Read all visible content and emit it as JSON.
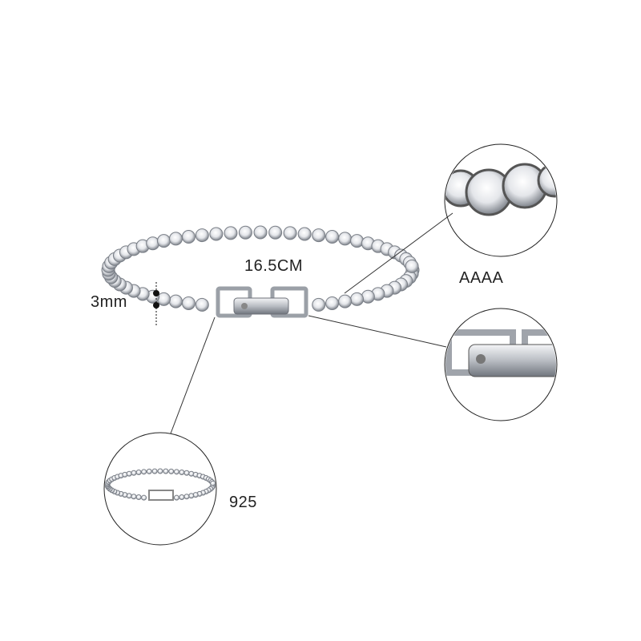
{
  "labels": {
    "length": "16.5CM",
    "width": "3mm",
    "stone_grade": "AAAA",
    "silver": "925"
  },
  "colors": {
    "metal": "#c9ccd1",
    "metal_dark": "#8a8e95",
    "line": "#333333"
  }
}
